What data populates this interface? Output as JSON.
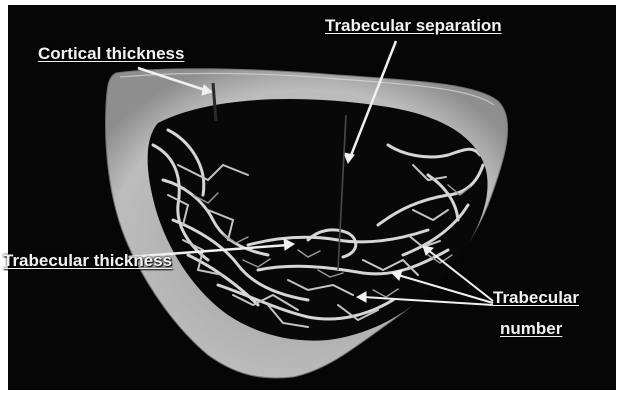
{
  "labels": {
    "cortical_thickness": "Cortical thickness",
    "trabecular_separation": "Trabecular separation",
    "trabecular_thickness": "Trabecular thickness",
    "trabecular_number_line1": "Trabecular",
    "trabecular_number_line2": "number"
  },
  "colors": {
    "background": "#060606",
    "cortex": "#b8b8b8",
    "trabecular_mesh": "#d9d9d9",
    "annotation": "#f2f2f2"
  }
}
